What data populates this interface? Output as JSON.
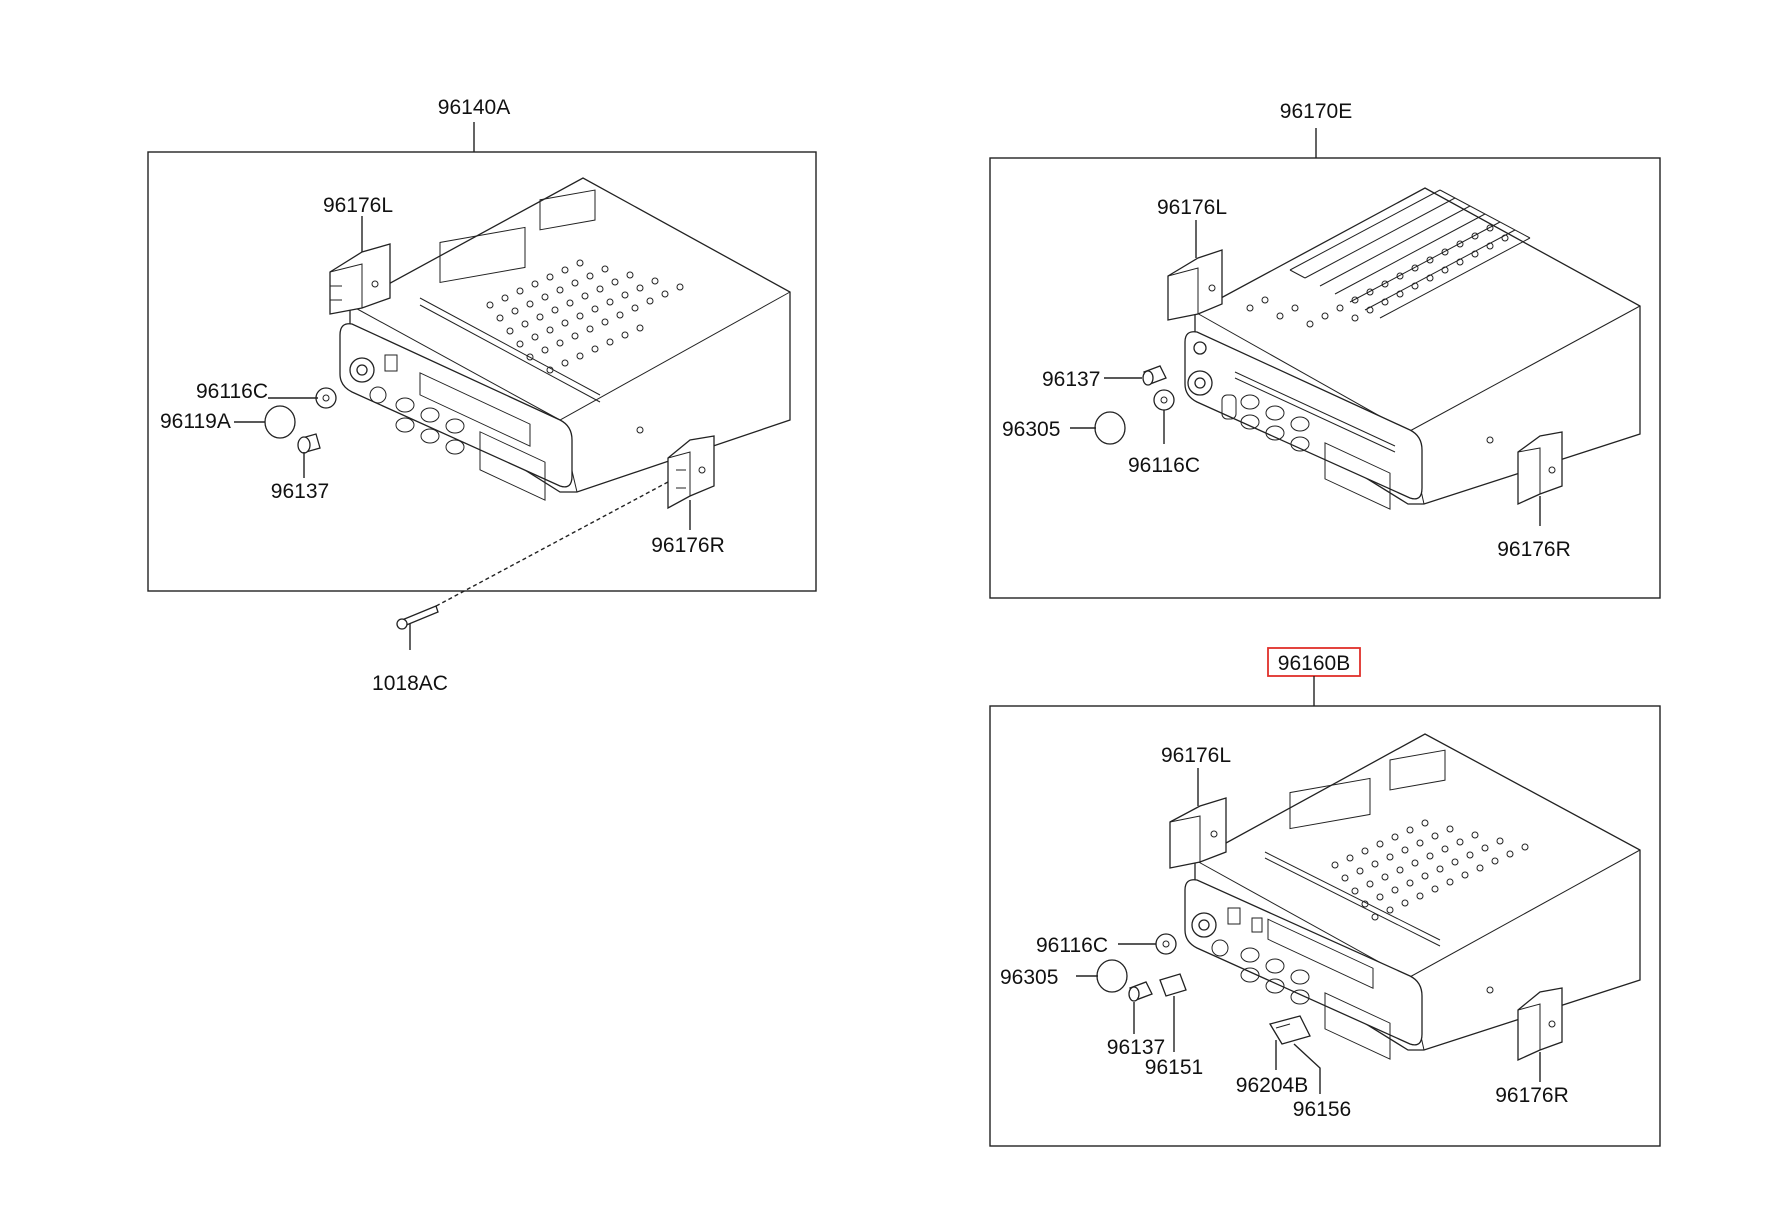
{
  "assemblies": [
    {
      "id": "a1",
      "label": "96140A",
      "parts": [
        "96176L",
        "96116C",
        "96119A",
        "96137",
        "96176R"
      ],
      "external_part": "1018AC"
    },
    {
      "id": "a2",
      "label": "96170E",
      "parts": [
        "96176L",
        "96137",
        "96305",
        "96116C",
        "96176R"
      ]
    },
    {
      "id": "a3",
      "label": "96160B",
      "highlighted": true,
      "parts": [
        "96176L",
        "96116C",
        "96305",
        "96137",
        "96151",
        "96204B",
        "96156",
        "96176R"
      ]
    }
  ],
  "colors": {
    "line": "#222222",
    "highlight": "#e0302a",
    "background": "#ffffff"
  }
}
